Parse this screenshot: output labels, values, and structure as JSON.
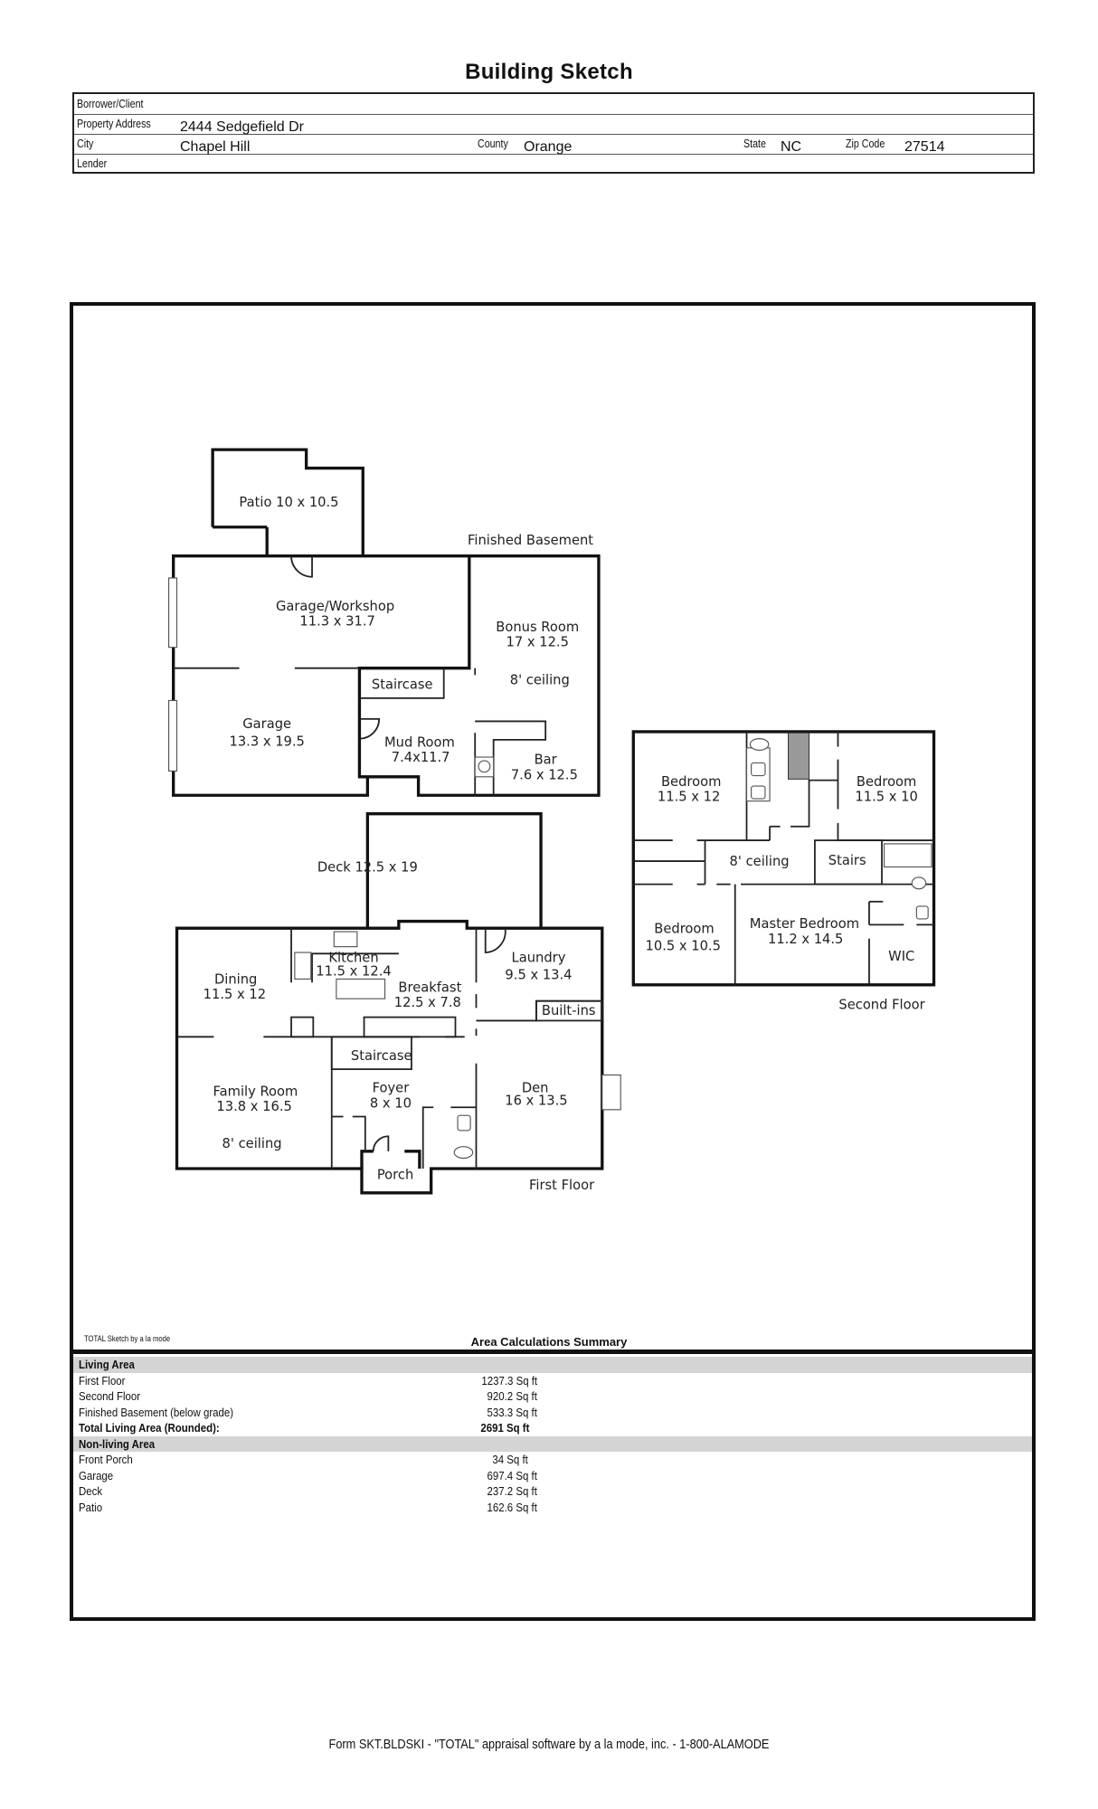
{
  "title": "Building Sketch",
  "header": {
    "borrower_label": "Borrower/Client",
    "borrower_value": "",
    "address_label": "Property Address",
    "address_value": "2444 Sedgefield Dr",
    "city_label": "City",
    "city_value": "Chapel Hill",
    "county_label": "County",
    "county_value": "Orange",
    "state_label": "State",
    "state_value": "NC",
    "zip_label": "Zip Code",
    "zip_value": "27514",
    "lender_label": "Lender",
    "lender_value": ""
  },
  "sketch": {
    "basement_label": "Finished Basement",
    "first_floor_label": "First Floor",
    "second_floor_label": "Second Floor",
    "basement": {
      "patio": "Patio 10 x 10.5",
      "garage_workshop": "Garage/Workshop",
      "garage_workshop_dims": "11.3 x 31.7",
      "bonus": "Bonus Room",
      "bonus_dims": "17 x 12.5",
      "bonus_ceiling": "8' ceiling",
      "staircase": "Staircase",
      "garage": "Garage",
      "garage_dims": "13.3 x 19.5",
      "mud": "Mud Room",
      "mud_dims": "7.4x11.7",
      "bar": "Bar",
      "bar_dims": "7.6 x 12.5"
    },
    "first": {
      "deck": "Deck 12.5 x 19",
      "kitchen": "Kitchen",
      "kitchen_dims": "11.5 x 12.4",
      "dining": "Dining",
      "dining_dims": "11.5 x 12",
      "breakfast": "Breakfast",
      "breakfast_dims": "12.5 x 7.8",
      "laundry": "Laundry",
      "laundry_dims": "9.5 x 13.4",
      "builtins": "Built-ins",
      "staircase": "Staircase",
      "family": "Family Room",
      "family_dims": "13.8 x 16.5",
      "family_ceiling": "8' ceiling",
      "foyer": "Foyer",
      "foyer_dims": "8 x 10",
      "den": "Den",
      "den_dims": "16 x 13.5",
      "porch": "Porch"
    },
    "second": {
      "bed1": "Bedroom",
      "bed1_dims": "11.5 x 12",
      "bed2": "Bedroom",
      "bed2_dims": "11.5 x 10",
      "ceiling": "8' ceiling",
      "stairs": "Stairs",
      "bed3": "Bedroom",
      "bed3_dims": "10.5 x 10.5",
      "master": "Master Bedroom",
      "master_dims": "11.2 x 14.5",
      "wic": "WIC"
    }
  },
  "credit": "TOTAL Sketch by a la mode",
  "summary": {
    "title": "Area Calculations Summary",
    "living_header": "Living Area",
    "living": [
      {
        "label": "First Floor",
        "value": "1237.3 Sq ft"
      },
      {
        "label": "Second Floor",
        "value": "920.2 Sq ft"
      },
      {
        "label": "Finished Basement (below grade)",
        "value": "533.3 Sq ft"
      }
    ],
    "total_label": "Total Living Area (Rounded):",
    "total_value": "2691 Sq ft",
    "nonliving_header": "Non-living Area",
    "nonliving": [
      {
        "label": "Front Porch",
        "value": "34 Sq ft"
      },
      {
        "label": "Garage",
        "value": "697.4 Sq ft"
      },
      {
        "label": "Deck",
        "value": "237.2 Sq ft"
      },
      {
        "label": "Patio",
        "value": "162.6 Sq ft"
      }
    ]
  },
  "footer": "Form SKT.BLDSKI - \"TOTAL\" appraisal software by a la mode, inc. - 1-800-ALAMODE"
}
